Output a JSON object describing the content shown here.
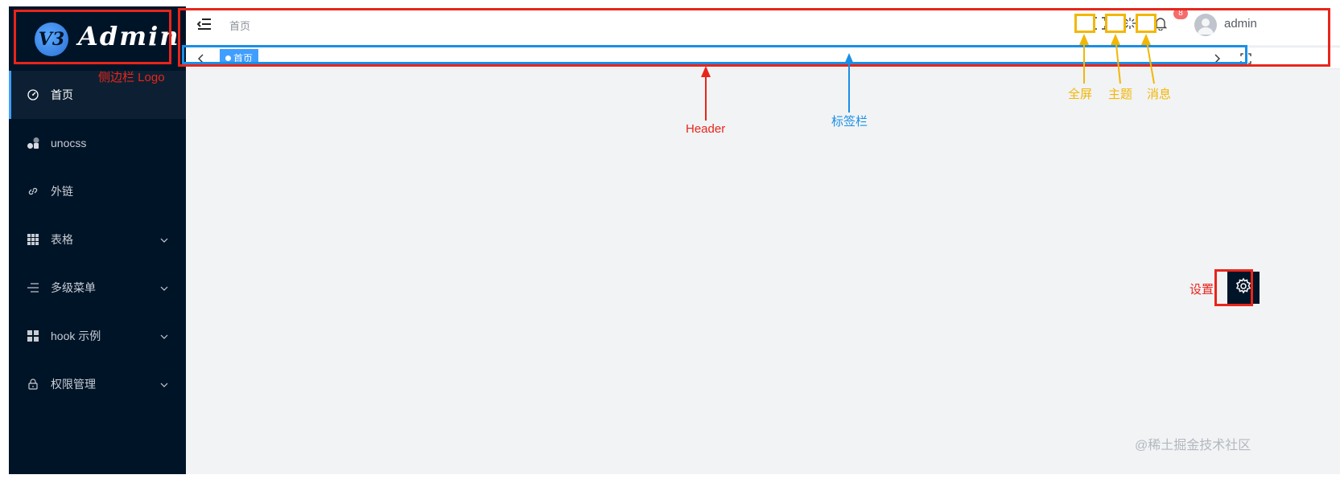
{
  "sidebar": {
    "logo": {
      "mark": "V3",
      "text": "Admin"
    },
    "items": [
      {
        "label": "首页",
        "icon": "dashboard-icon",
        "active": true,
        "has_children": false
      },
      {
        "label": "unocss",
        "icon": "unocss-icon",
        "active": false,
        "has_children": false
      },
      {
        "label": "外链",
        "icon": "link-icon",
        "active": false,
        "has_children": false
      },
      {
        "label": "表格",
        "icon": "grid-icon",
        "active": false,
        "has_children": true
      },
      {
        "label": "多级菜单",
        "icon": "menu-list-icon",
        "active": false,
        "has_children": true
      },
      {
        "label": "hook 示例",
        "icon": "grid-four-icon",
        "active": false,
        "has_children": true
      },
      {
        "label": "权限管理",
        "icon": "lock-icon",
        "active": false,
        "has_children": true
      }
    ]
  },
  "header": {
    "breadcrumb": "首页",
    "notification_count": "8",
    "username": "admin"
  },
  "tags": {
    "items": [
      {
        "label": "首页",
        "active": true
      }
    ]
  },
  "annotations": {
    "logo": "侧边栏 Logo",
    "header": "Header",
    "tagsbar": "标签栏",
    "fullscreen": "全屏",
    "theme": "主题",
    "message": "消息",
    "settings": "设置"
  },
  "watermark": "@稀土掘金技术社区",
  "colors": {
    "sidebar_bg": "#001428",
    "accent": "#409eff",
    "annotation_red": "#e8251b",
    "annotation_blue": "#1a8fe6",
    "annotation_yellow": "#f2b705",
    "badge": "#f56c6c"
  }
}
